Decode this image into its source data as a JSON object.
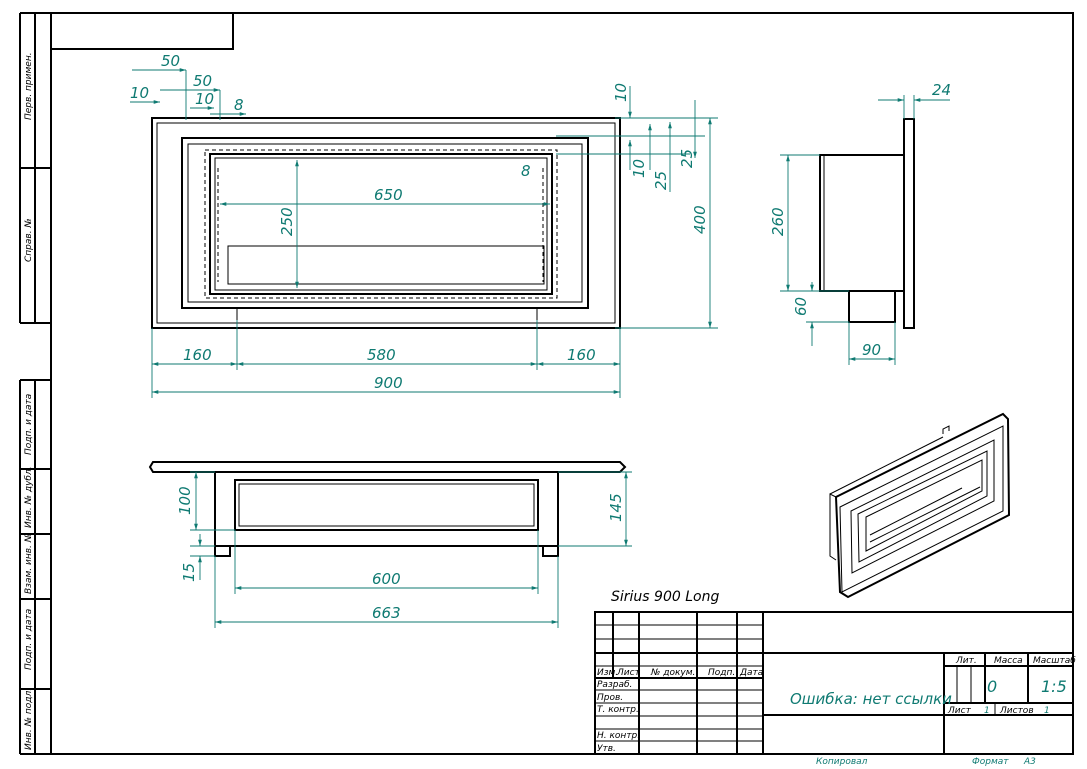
{
  "sheet": {
    "product_label": "Sirius 900 Long",
    "side_column": [
      "Перв. примен.",
      "Справ. №",
      "Подп. и дата",
      "Инв. № дубл.",
      "Взам. инв. №",
      "Подп. и дата",
      "Инв. № подл."
    ],
    "colors": {
      "line": "#000000",
      "dimension": "#0f7a72",
      "background": "#ffffff"
    }
  },
  "front_view": {
    "dimensions": [
      "50",
      "50",
      "10",
      "10",
      "8",
      "650",
      "250",
      "8",
      "10",
      "10",
      "25",
      "25",
      "400",
      "160",
      "580",
      "160",
      "900"
    ]
  },
  "side_view": {
    "dimensions": [
      "24",
      "260",
      "60",
      "90"
    ]
  },
  "top_view": {
    "dimensions": [
      "100",
      "15",
      "145",
      "600",
      "663"
    ]
  },
  "title_block": {
    "designation": "Ошибка: нет ссылки",
    "column_headers": [
      "Изм.",
      "Лист",
      "№ докум.",
      "Подп.",
      "Дата"
    ],
    "row_labels": [
      "Разраб.",
      "Пров.",
      "Т. контр.",
      "Н. контр.",
      "Утв."
    ],
    "lit_label": "Лит.",
    "mass_label": "Масса",
    "scale_label": "Масштаб",
    "mass_value": "0",
    "scale_value": "1:5",
    "sheet_label": "Лист",
    "sheet_value": "1",
    "sheets_label": "Листов",
    "sheets_value": "1",
    "copied_label": "Копировал",
    "format_label": "Формат",
    "format_value": "A3"
  }
}
